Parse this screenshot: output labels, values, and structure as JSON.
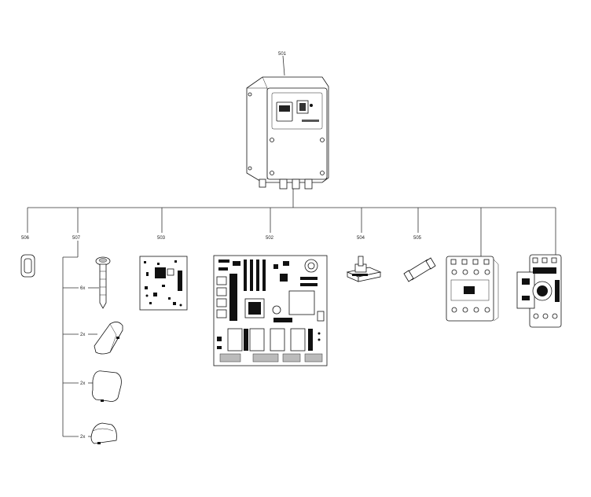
{
  "labels": {
    "p501": "501",
    "p502": "502",
    "p503": "503",
    "p504": "504",
    "p505": "505",
    "p506": "506",
    "p507": "507",
    "qty_6x": "6x",
    "qty_2x_a": "2x",
    "qty_2x_b": "2x",
    "qty_2x_c": "2x"
  },
  "colors": {
    "line": "#333333",
    "part": "#111111",
    "background": "#ffffff"
  }
}
